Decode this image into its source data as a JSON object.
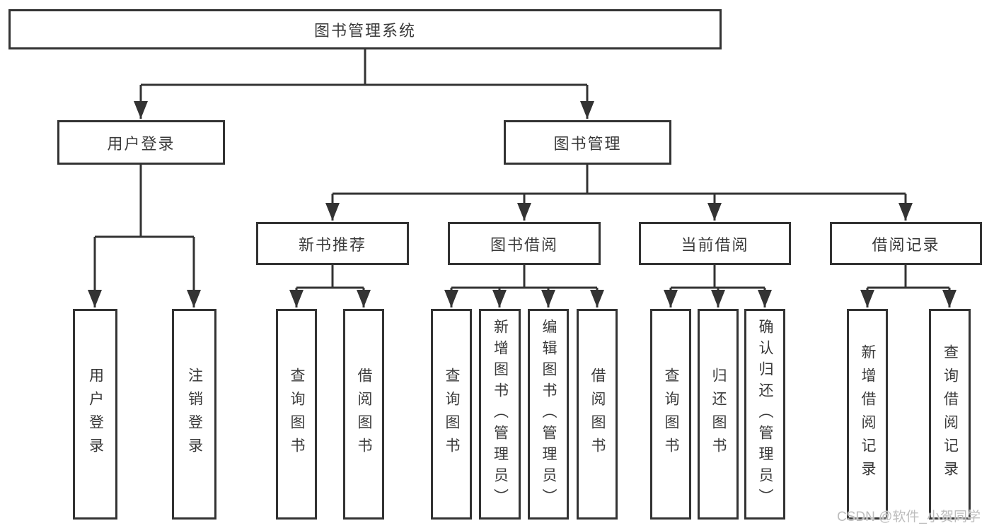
{
  "diagram": {
    "root": {
      "label": "图书管理系统",
      "children": [
        {
          "label": "用户登录",
          "children": [
            {
              "label": "用户登录"
            },
            {
              "label": "注销登录"
            }
          ]
        },
        {
          "label": "图书管理",
          "children": [
            {
              "label": "新书推荐",
              "children": [
                {
                  "label": "查询图书"
                },
                {
                  "label": "借阅图书"
                }
              ]
            },
            {
              "label": "图书借阅",
              "children": [
                {
                  "label": "查询图书"
                },
                {
                  "label": "新增图书（管理员）"
                },
                {
                  "label": "编辑图书（管理员）"
                },
                {
                  "label": "借阅图书"
                }
              ]
            },
            {
              "label": "当前借阅",
              "children": [
                {
                  "label": "查询图书"
                },
                {
                  "label": "归还图书"
                },
                {
                  "label": "确认归还（管理员）"
                }
              ]
            },
            {
              "label": "借阅记录",
              "children": [
                {
                  "label": "新增借阅记录"
                },
                {
                  "label": "查询借阅记录"
                }
              ]
            }
          ]
        }
      ]
    }
  },
  "watermark": {
    "text": "CSDN @软件_小贺同学"
  },
  "colors": {
    "line": "#333333",
    "border": "#333333",
    "text": "#3a3a3a",
    "background": "#ffffff",
    "watermark": "#bdbdbd"
  }
}
